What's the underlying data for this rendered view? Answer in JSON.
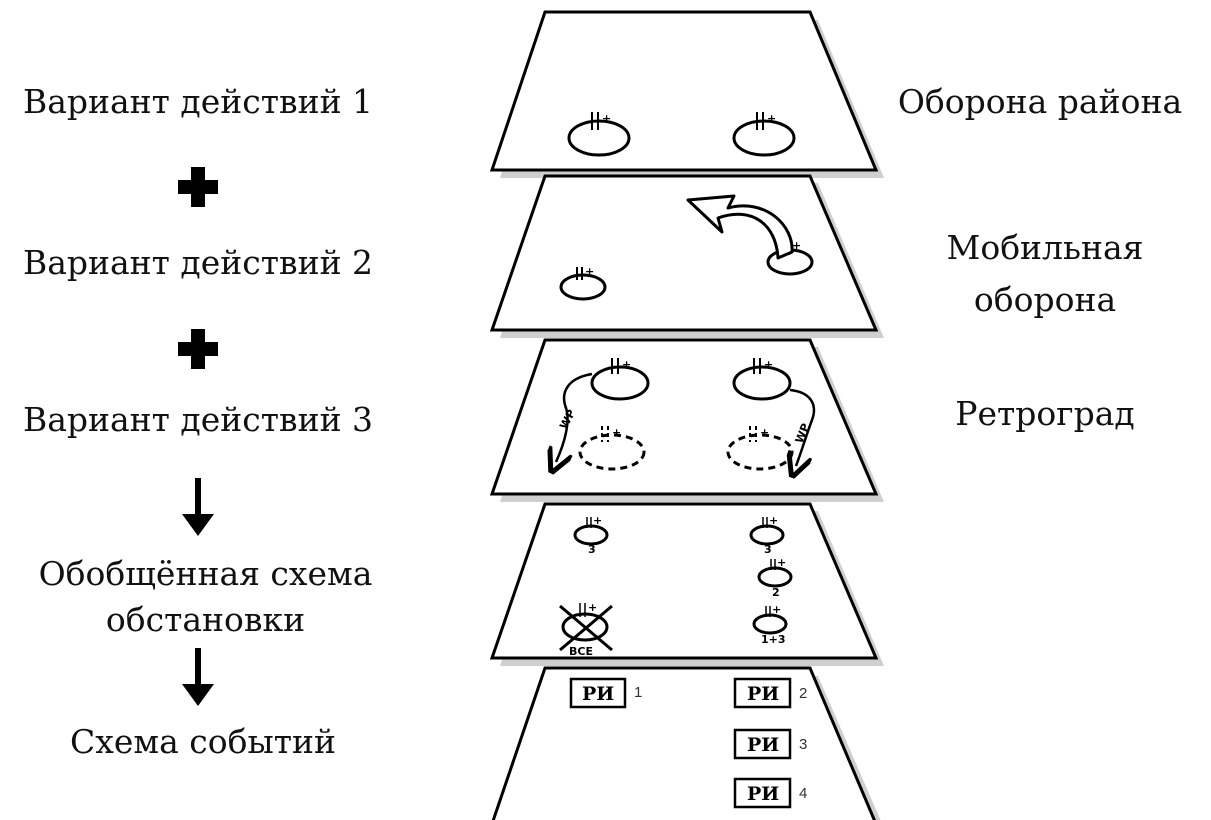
{
  "left_steps": {
    "variant1": "Вариант действий 1",
    "op1": "✚",
    "variant2": "Вариант действий 2",
    "op2": "✚",
    "variant3": "Вариант действий 3",
    "op3": "🠗",
    "summary_line1": "Обобщённая схема",
    "summary_line2": "обстановки",
    "op4": "🠗",
    "events": "Схема событий"
  },
  "right_labels": {
    "layer1": "Оборона района",
    "layer2_line1": "Мобильная",
    "layer2_line2": "оборона",
    "layer3": "Ретроград"
  },
  "layer4": {
    "unit_a_count": "3",
    "unit_b_count": "3",
    "unit_c_count": "2",
    "unit_d_count": "1+3",
    "crossed_label": "ВСЕ"
  },
  "layer5": {
    "boxes": [
      {
        "text": "РИ",
        "num": "1"
      },
      {
        "text": "РИ",
        "num": "2"
      },
      {
        "text": "РИ",
        "num": "3"
      },
      {
        "text": "РИ",
        "num": "4"
      }
    ]
  },
  "route_label": "WP",
  "colors": {
    "ink": "#000000",
    "shadow": "#bdbdbd"
  }
}
